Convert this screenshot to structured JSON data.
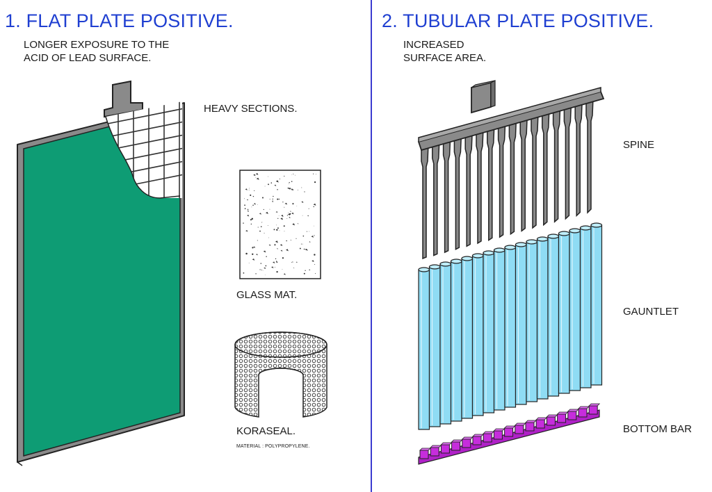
{
  "left": {
    "title": "1. FLAT PLATE POSITIVE.",
    "note_line1": "LONGER EXPOSURE TO THE",
    "note_line2": "ACID OF LEAD SURFACE.",
    "label_heavy": "HEAVY SECTIONS.",
    "label_glass": "GLASS MAT.",
    "label_koraseal": "KORASEAL.",
    "label_koraseal_sub": "MATERIAL : POLYPROPYLENE."
  },
  "right": {
    "title": "2. TUBULAR PLATE POSITIVE.",
    "note_line1": "INCREASED",
    "note_line2": "SURFACE AREA.",
    "label_spine": "SPINE",
    "label_gauntlet": "GAUNTLET",
    "label_bottom_bar": "BOTTOM BAR"
  },
  "colors": {
    "title": "#1f3fd1",
    "divider": "#3b3bd0",
    "paste_green": "#0e9c74",
    "lead_grey": "#8a8a8a",
    "gauntlet_blue": "#8fdcf4",
    "bottom_bar_magenta": "#c62ddc"
  }
}
